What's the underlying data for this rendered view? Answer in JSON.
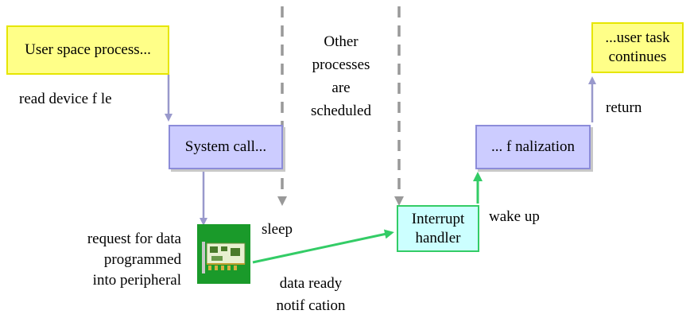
{
  "nodes": {
    "user_process": "User space process...",
    "user_continues_line1": "...user task",
    "user_continues_line2": "continues",
    "system_call": "System call...",
    "finalization": "... f nalization",
    "interrupt_line1": "Interrupt",
    "interrupt_line2": "handler"
  },
  "edges": {
    "read_device": "read device f le",
    "return": "return",
    "sleep": "sleep",
    "wake_up": "wake up",
    "data_ready_line1": "data ready",
    "data_ready_line2": "notif cation",
    "request_line1": "request for data",
    "request_line2": "programmed",
    "request_line3": "into peripheral"
  },
  "scheduler": {
    "line1": "Other",
    "line2": "processes",
    "line3": "are",
    "line4": "scheduled"
  },
  "icons": {
    "peripheral": "circuit-board-icon"
  },
  "colors": {
    "yellow_fill": "#ffff88",
    "purple_fill": "#ccccff",
    "cyan_fill": "#ccffff",
    "purple_arrow": "#9999cc",
    "green_arrow": "#33cc66",
    "dashed_line": "#999999"
  }
}
